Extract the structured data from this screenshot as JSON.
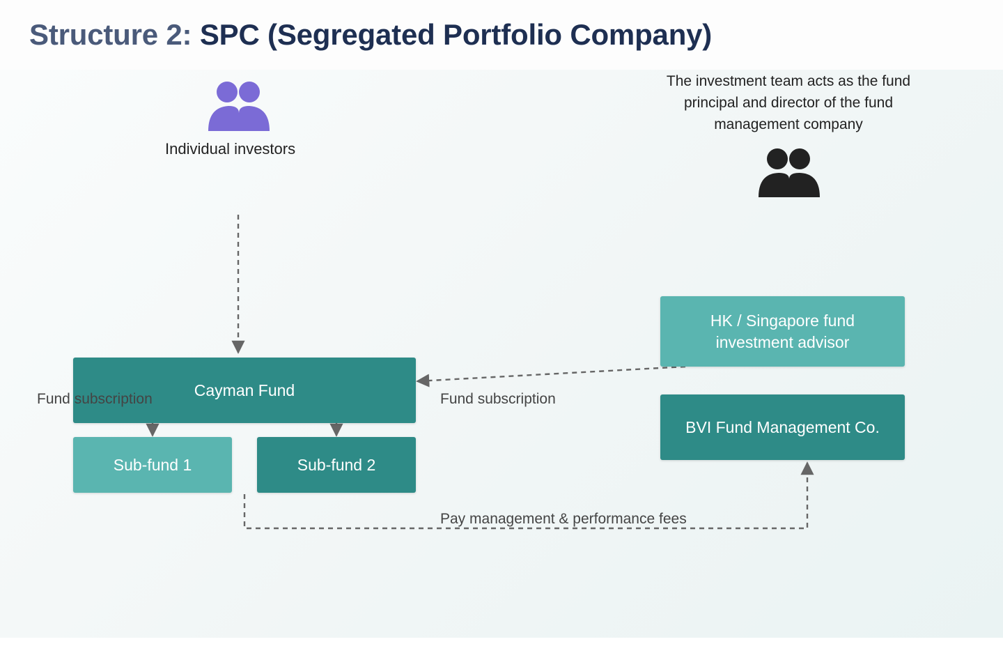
{
  "title": {
    "prefix": "Structure 2:",
    "main": "SPC (Segregated Portfolio Company)"
  },
  "investors": {
    "label": "Individual investors",
    "icon": "people-icon",
    "color": "#7b6bd6"
  },
  "team": {
    "note": "The investment team acts as the fund principal and director of the fund management company",
    "icon": "people-icon",
    "color": "#222222"
  },
  "nodes": {
    "cayman_fund": "Cayman Fund",
    "sub_fund_1": "Sub-fund 1",
    "sub_fund_2": "Sub-fund 2",
    "advisor": "HK / Singapore fund investment advisor",
    "bvi": "BVI Fund Management Co."
  },
  "edges": {
    "investor_subscription": "Fund subscription",
    "advisor_subscription": "Fund subscription",
    "fees": "Pay management & performance fees"
  },
  "colors": {
    "title_prefix": "#4a5a7a",
    "title_main": "#1e2f52",
    "box_dark": "#2e8b87",
    "box_light": "#5ab5b0",
    "connector": "#666666"
  }
}
